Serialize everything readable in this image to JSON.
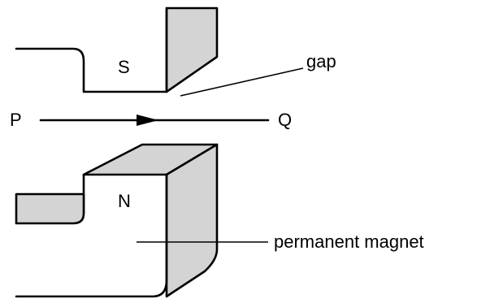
{
  "labels": {
    "south_pole": "S",
    "north_pole": "N",
    "point_p": "P",
    "point_q": "Q",
    "gap": "gap",
    "permanent_magnet": "permanent magnet"
  },
  "colors": {
    "shaded_face": "#d4d4d4",
    "outline": "#000000",
    "background": "#ffffff"
  }
}
